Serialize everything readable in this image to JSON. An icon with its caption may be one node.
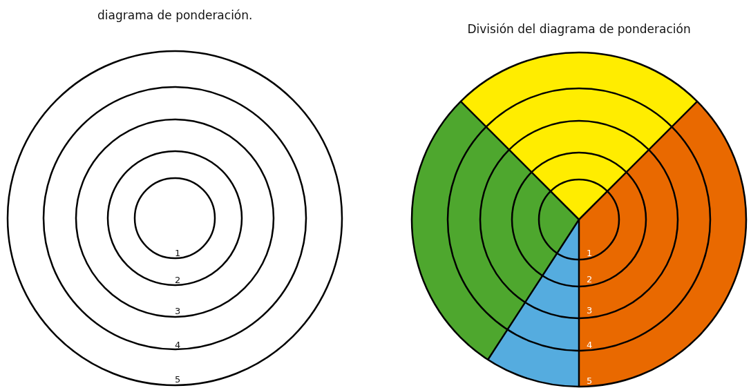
{
  "diagram": {
    "labels": [
      "diagrama de ponderación.",
      "División del diagrama de ponderación",
      "1",
      "2",
      "3",
      "4",
      "5",
      "1",
      "2",
      "3",
      "4",
      "5"
    ]
  }
}
